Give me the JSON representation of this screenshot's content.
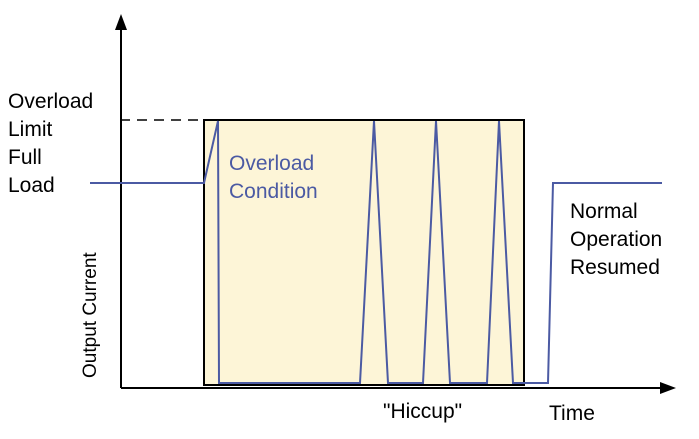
{
  "labels": {
    "overload_limit_line1": "Overload",
    "overload_limit_line2": "Limit",
    "full_load_line1": "Full",
    "full_load_line2": "Load",
    "overload_condition_line1": "Overload",
    "overload_condition_line2": "Condition",
    "normal_line1": "Normal",
    "normal_line2": "Operation",
    "normal_line3": "Resumed",
    "hiccup": "\"Hiccup\"",
    "x_axis": "Time",
    "y_axis": "Output Current"
  },
  "colors": {
    "signal": "#4b5aa3",
    "box_fill": "#fdf5d7",
    "axis": "#000000"
  }
}
